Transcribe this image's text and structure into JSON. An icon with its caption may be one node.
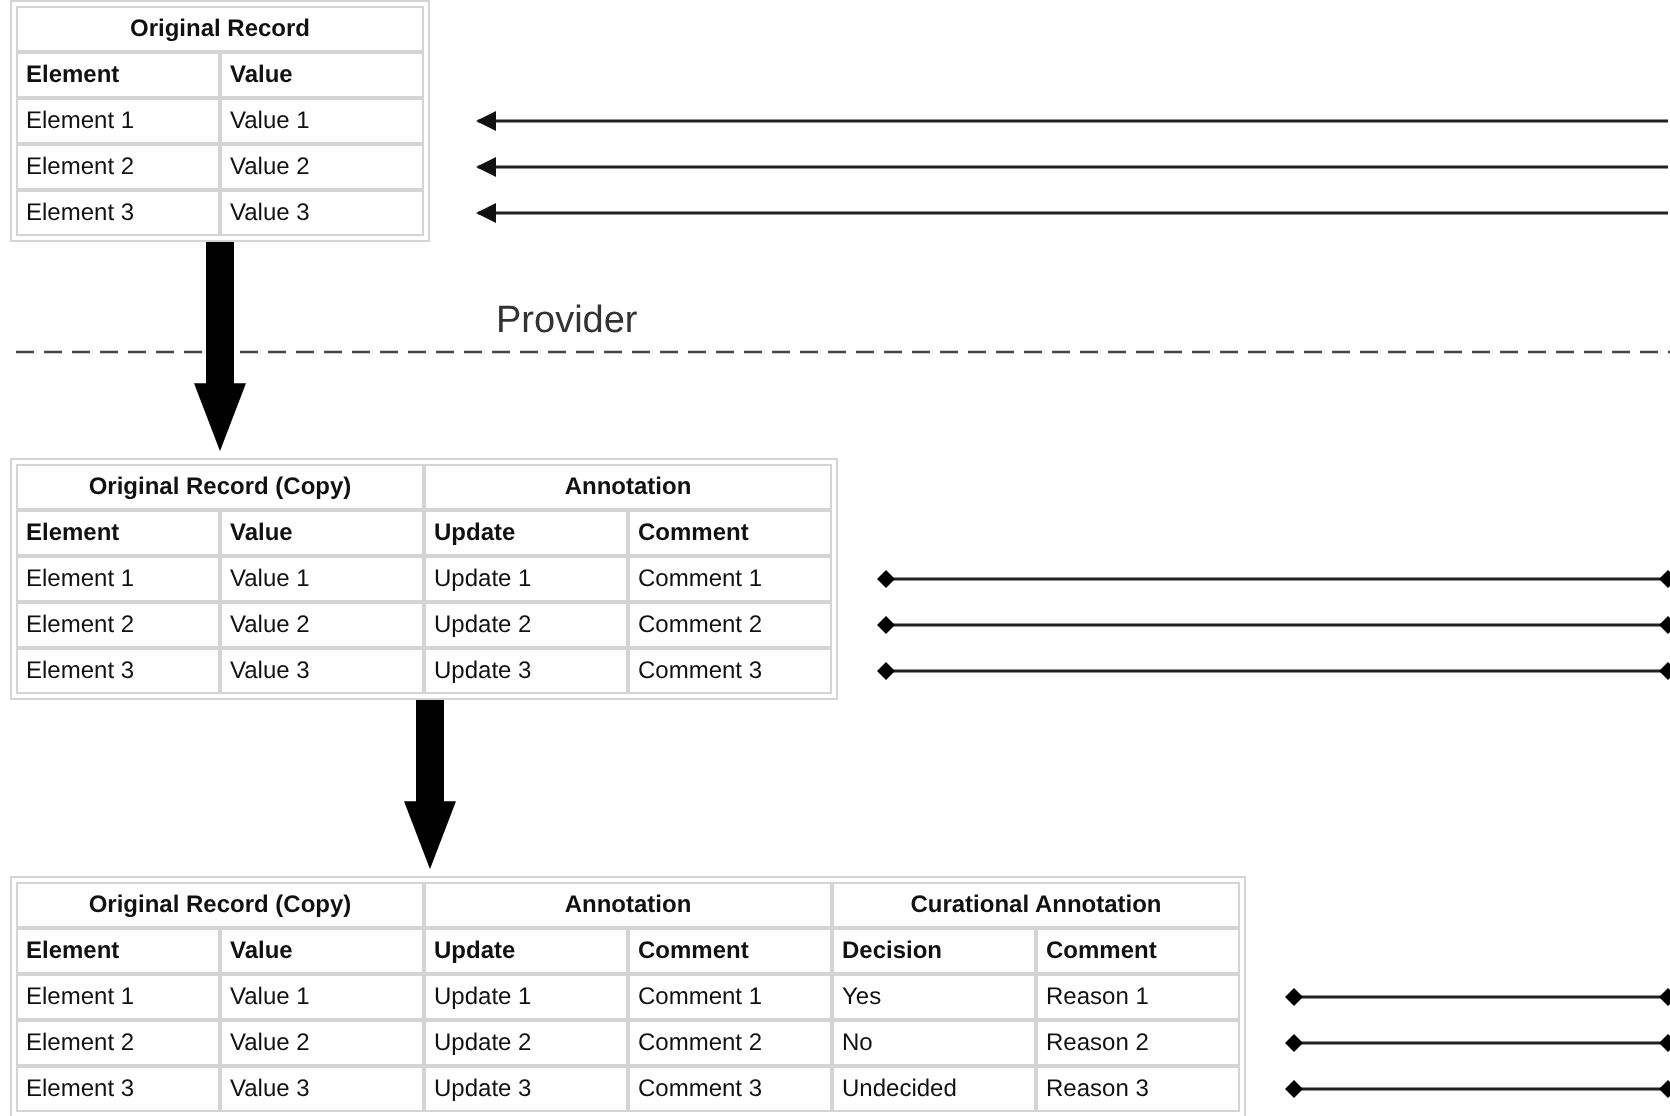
{
  "diagram": {
    "nodes": [
      {
        "text": [
          "Original Record",
          "Element",
          "Value"
        ]
      },
      {
        "text": [
          "Element 1",
          "Value 1"
        ],
        "in": 0
      },
      {
        "text": [
          "Element 2",
          "Value 2"
        ],
        "in": 0
      },
      {
        "text": [
          "Element 3",
          "Value 3"
        ],
        "in": 0
      },
      {
        "text": [
          "Original Record (Copy)",
          "Annotation",
          "Element",
          "Value",
          "Update",
          "Comment"
        ]
      },
      {
        "text": [
          "Element 1",
          "Value 1",
          "Update 1",
          "Comment 1"
        ],
        "in": 4
      },
      {
        "text": [
          "Element 2",
          "Value 2",
          "Update 2",
          "Comment 2"
        ],
        "in": 4
      },
      {
        "text": [
          "Element 3",
          "Value 3",
          "Update 3",
          "Comment 3"
        ],
        "in": 4
      },
      {
        "text": [
          "Original Record (Copy)",
          "Annotation",
          "Curational Annotation",
          "Element",
          "Value",
          "Update",
          "Comment",
          "Decision",
          "Comment"
        ]
      },
      {
        "text": [
          "Element 1",
          "Value 1",
          "Update 1",
          "Comment 1",
          "Yes",
          "Reason 1"
        ],
        "in": 8
      },
      {
        "text": [
          "Element 2",
          "Value 2",
          "Update 2",
          "Comment 2",
          "No",
          "Reason 2"
        ],
        "in": 8
      },
      {
        "text": [
          "Element 3",
          "Value 3",
          "Update 3",
          "Comment 3",
          "Undecided",
          "Reason 3"
        ],
        "in": 8
      }
    ],
    "edges": [
      {
        "from": 0,
        "to": 4,
        "arrow": "to",
        "style": "thick"
      },
      {
        "from": 4,
        "to": 8,
        "arrow": "to",
        "style": "thick"
      },
      {
        "from": null,
        "to": 1,
        "arrow": "to"
      },
      {
        "from": null,
        "to": 2,
        "arrow": "to"
      },
      {
        "from": null,
        "to": 3,
        "arrow": "to"
      },
      {
        "from": 5,
        "to": null,
        "arrow": "other"
      },
      {
        "from": 6,
        "to": null,
        "arrow": "other"
      },
      {
        "from": 7,
        "to": null,
        "arrow": "other"
      },
      {
        "from": 9,
        "to": null,
        "arrow": "other"
      },
      {
        "from": 10,
        "to": null,
        "arrow": "other"
      },
      {
        "from": 11,
        "to": null,
        "arrow": "other"
      }
    ],
    "labels": [
      "Provider"
    ]
  }
}
